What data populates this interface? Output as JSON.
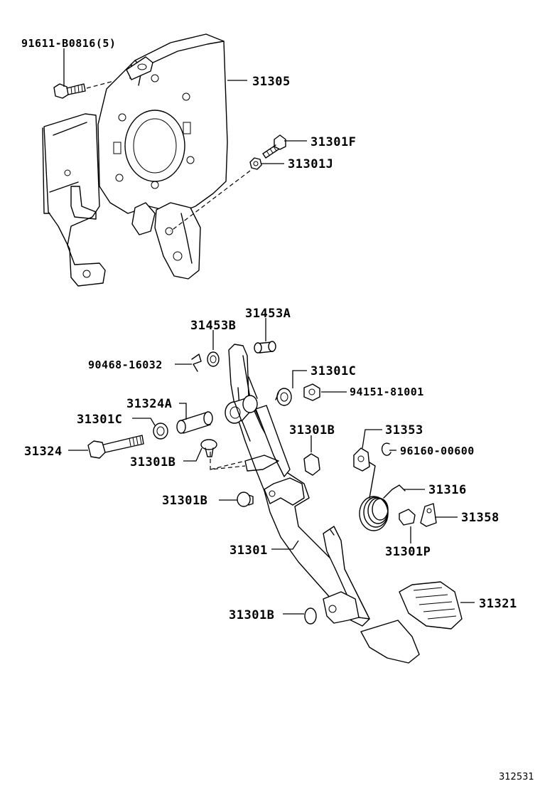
{
  "diagram_ref": "312531",
  "parts": {
    "bolt_top": "91611-B0816(5)",
    "bracket": "31305",
    "bolt_f": "31301F",
    "nut_j": "31301J",
    "collar_a": "31453A",
    "collar_b": "31453B",
    "clip": "90468-16032",
    "bush_c_right": "31301C",
    "nut_right": "94151-81001",
    "pipe": "31324A",
    "bush_c_left": "31301C",
    "bolt_long": "31324",
    "stopper_b_left": "31301B",
    "stopper_b_mid": "31301B",
    "stopper_b_lower": "31301B",
    "stopper_b_bottom": "31301B",
    "cushion": "31353",
    "ring": "96160-00600",
    "spring": "31316",
    "clip_358": "31358",
    "bush_p": "31301P",
    "pedal": "31301",
    "pad": "31321"
  }
}
